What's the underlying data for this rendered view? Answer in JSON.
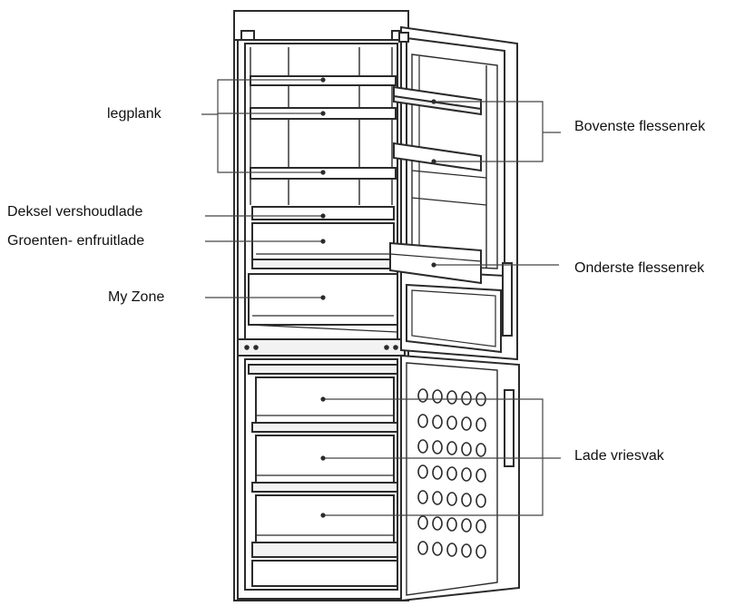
{
  "labels": {
    "shelf": "legplank",
    "crisper_cover": "Deksel vershoudlade",
    "crisper": "Groenten- enfruitlade",
    "my_zone": "My Zone",
    "upper_bottle_rack": "Bovenste flessenrek",
    "lower_bottle_rack": "Onderste flessenrek",
    "freezer_drawer": "Lade vriesvak"
  },
  "colors": {
    "line": "#2b2b2b",
    "fill": "#ffffff",
    "shade": "#e6e6e6",
    "leader": "#444444",
    "text": "#111111"
  }
}
